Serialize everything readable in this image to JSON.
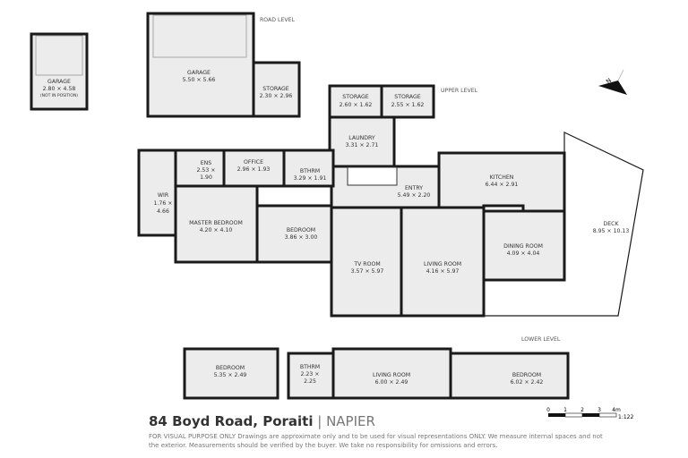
{
  "levels": {
    "road": "ROAD LEVEL",
    "upper": "UPPER LEVEL",
    "lower": "LOWER LEVEL"
  },
  "rooms": {
    "garage_detached": {
      "name": "GARAGE",
      "dims": "2.80 × 4.58",
      "note": "(NOT IN POSITION)"
    },
    "garage": {
      "name": "GARAGE",
      "dims": "5.50 × 5.66"
    },
    "storage_road": {
      "name": "STORAGE",
      "dims": "2.30 × 2.96"
    },
    "storage_1": {
      "name": "STORAGE",
      "dims": "2.60 × 1.62"
    },
    "storage_2": {
      "name": "STORAGE",
      "dims": "2.55 × 1.62"
    },
    "laundry": {
      "name": "LAUNDRY",
      "dims": "3.31 × 2.71"
    },
    "wir": {
      "name": "WIR",
      "dims1": "1.76 ×",
      "dims2": "4.66"
    },
    "ens": {
      "name": "ENS",
      "dims1": "2.53 ×",
      "dims2": "1.90"
    },
    "office": {
      "name": "OFFICE",
      "dims": "2.96 × 1.93"
    },
    "bthrm": {
      "name": "BTHRM",
      "dims": "3.29 × 1.91"
    },
    "master": {
      "name": "MASTER BEDROOM",
      "dims": "4.20 × 4.10"
    },
    "bedroom": {
      "name": "BEDROOM",
      "dims": "3.86 × 3.00"
    },
    "entry": {
      "name": "ENTRY",
      "dims": "5.49 × 2.20"
    },
    "kitchen": {
      "name": "KITCHEN",
      "dims": "6.44 × 2.91"
    },
    "deck": {
      "name": "DECK",
      "dims": "8.95 × 10.13"
    },
    "dining": {
      "name": "DINING ROOM",
      "dims": "4.09 × 4.04"
    },
    "tv": {
      "name": "TV ROOM",
      "dims": "3.57 × 5.97"
    },
    "living": {
      "name": "LIVING ROOM",
      "dims": "4.16 × 5.97"
    },
    "lower_bed1": {
      "name": "BEDROOM",
      "dims": "5.35 × 2.49"
    },
    "lower_bthrm": {
      "name": "BTHRM",
      "dims1": "2.23 ×",
      "dims2": "2.25"
    },
    "lower_living": {
      "name": "LIVING ROOM",
      "dims": "6.00 × 2.49"
    },
    "lower_bed2": {
      "name": "BEDROOM",
      "dims": "6.02 × 2.42"
    }
  },
  "compass": {
    "label": "N"
  },
  "scale": {
    "ticks": [
      "0",
      "1",
      "2",
      "3",
      "4m"
    ],
    "ratio": "1:122"
  },
  "footer": {
    "address": "84 Boyd Road, Poraiti",
    "separator": " | ",
    "city": "NAPIER",
    "disclaimer": "FOR VISUAL PURPOSE ONLY Drawings are approximate only and to be used for visual representations ONLY. We measure internal spaces and not the exterior. Measurements should be verified by the buyer. We take no responsibility for omissions and errors."
  }
}
